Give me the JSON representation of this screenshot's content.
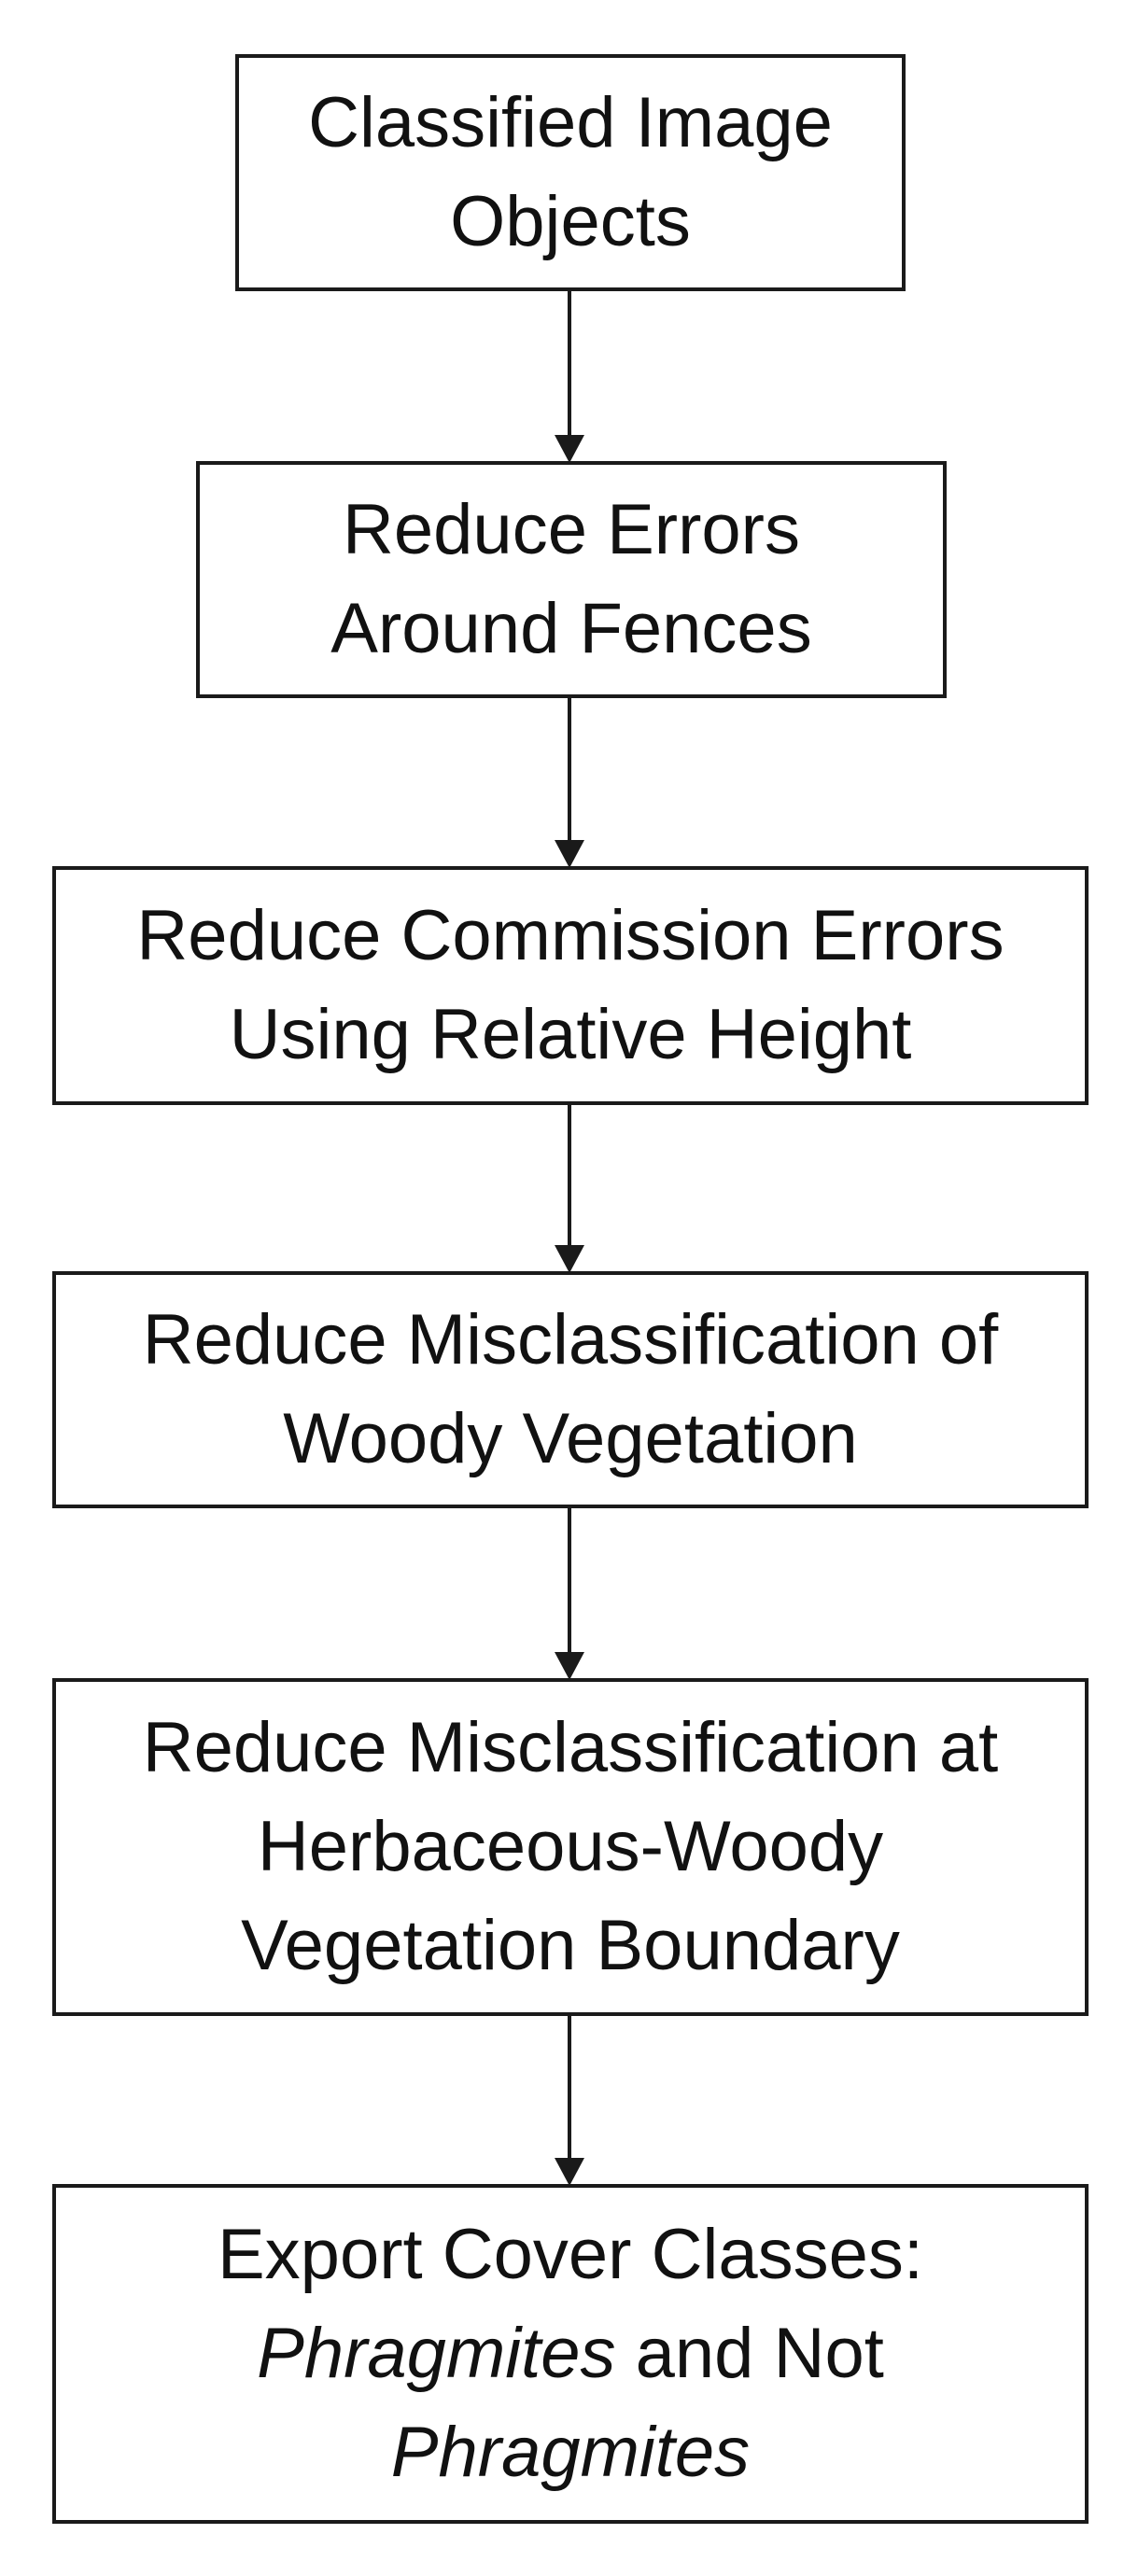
{
  "flowchart": {
    "steps": [
      {
        "lines": [
          "Classified Image",
          "Objects"
        ]
      },
      {
        "lines": [
          "Reduce Errors",
          "Around Fences"
        ]
      },
      {
        "lines": [
          "Reduce Commission Errors",
          "Using Relative Height"
        ]
      },
      {
        "lines": [
          "Reduce Misclassification of",
          "Woody Vegetation"
        ]
      },
      {
        "lines": [
          "Reduce Misclassification at",
          "Herbaceous-Woody",
          "Vegetation Boundary"
        ]
      },
      {
        "line1": "Export Cover Classes:",
        "line2_italic": "Phragmites",
        "line2_rest": " and Not",
        "line3_italic": "Phragmites"
      }
    ],
    "connectors": 5
  }
}
